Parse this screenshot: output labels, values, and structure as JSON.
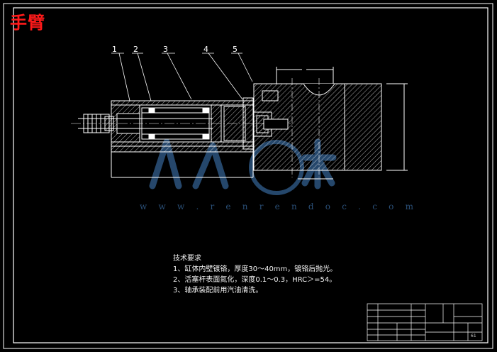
{
  "title": "手臂",
  "watermark_url": "w w w . r e n r e n d o c . c o m",
  "part_labels": [
    "1",
    "2",
    "3",
    "4",
    "5"
  ],
  "tech_requirements": {
    "heading": "技术要求",
    "items": [
      "1、缸体内壁镀铬，厚度30～40mm，镀铬后抛光。",
      "2、活塞杆表面氮化，深度0.1～0.3，HRC＞=54。",
      "3、轴承装配前用汽油清洗。"
    ]
  },
  "title_block": {
    "sheet_code": "61"
  },
  "colors": {
    "background": "#000000",
    "lines": "#ffffff",
    "title": "#ff1a1a",
    "watermark": "#2a4f77"
  }
}
